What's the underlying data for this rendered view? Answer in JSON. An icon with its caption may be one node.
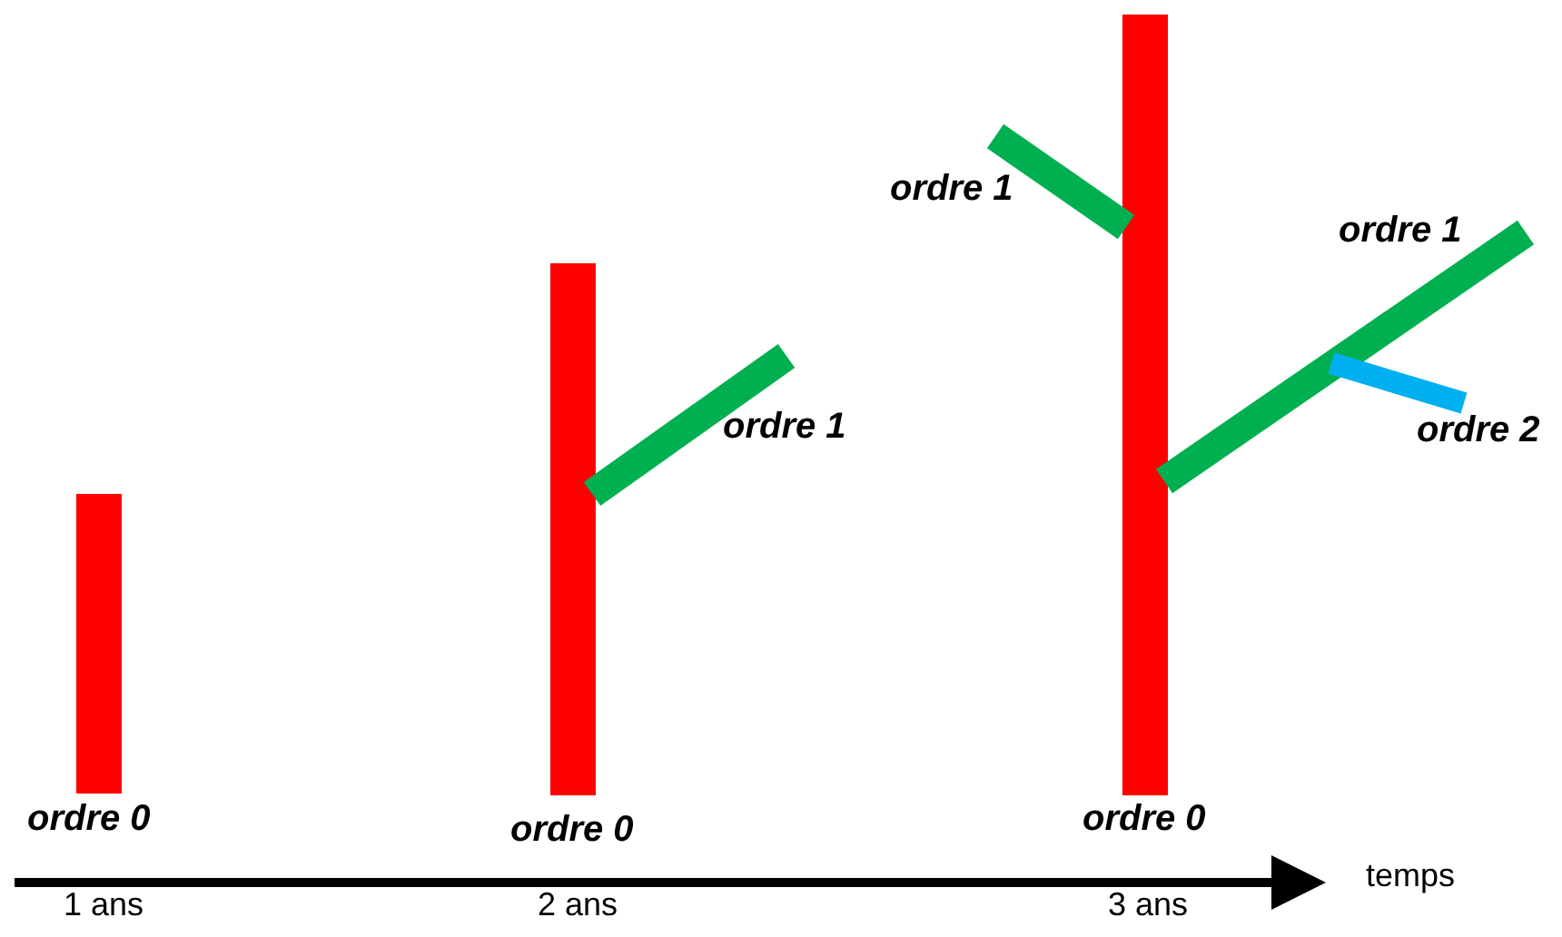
{
  "diagram": {
    "labels": [
      "ordre 1",
      "ordre 1",
      "ordre 1",
      "ordre 2",
      "ordre 0",
      "ordre 0",
      "ordre 0",
      "1 ans",
      "2 ans",
      "3 ans",
      "temps"
    ]
  }
}
